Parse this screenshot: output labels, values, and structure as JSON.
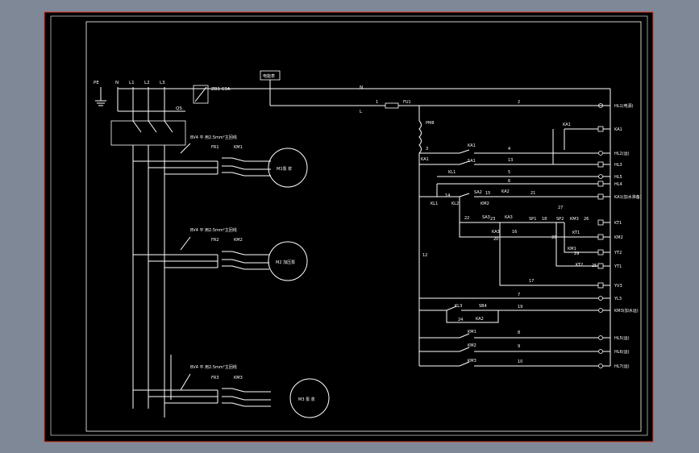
{
  "colors": {
    "app_background": "#7f8896",
    "sheet": "#000000",
    "sheet_border": "#e03c2c",
    "wire": "#ffffff"
  },
  "supply": {
    "pe": "PE",
    "n": "N",
    "l1": "L1",
    "l2": "L2",
    "l3": "L3",
    "breaker_rating": "ZB1 63A",
    "main_switch": "QS",
    "meter": "电能表",
    "neutral_tag": "N",
    "line_tag": "L"
  },
  "motors": [
    {
      "cable": "BV4 平 用2.5mm²主回线",
      "relay": "FR1",
      "contactor": "KM1",
      "name": "M1泵 浆"
    },
    {
      "cable": "BV4 平 用2.5mm²主回线",
      "relay": "FR2",
      "contactor": "KM2",
      "name": "M2 加压泵"
    },
    {
      "cable": "BV4 平 用2.5mm²主回线",
      "relay": "FR3",
      "contactor": "KM3",
      "name": "M3 泵 浆"
    }
  ],
  "control": {
    "fuse": "FU1",
    "coil": "PM8",
    "labels": {
      "n1": "1",
      "n2": "2",
      "n3": "3",
      "n4": "4",
      "n5": "5",
      "n6": "6",
      "n7": "7",
      "n8": "8",
      "n9": "9",
      "n10": "10",
      "n12": "12",
      "n13": "13",
      "n14": "14",
      "n15": "15",
      "n16": "16",
      "n17": "17",
      "n18": "18",
      "n19": "19",
      "n20": "20",
      "n21": "21",
      "n22": "22",
      "n23": "23",
      "n24": "24",
      "n25": "25",
      "n26": "26",
      "n27": "27",
      "n28": "28",
      "n29": "29",
      "sa1a": "SA1",
      "sa1b": "SA1",
      "ka1a": "KA1",
      "ka1b": "KA1",
      "ka1c": "KA1",
      "kl1": "KL1",
      "kl1b": "KL1",
      "kl2": "KL2",
      "sa2": "SA2",
      "ka2": "KA2",
      "km2": "KM2",
      "sa3": "SA3",
      "ka3": "KA3",
      "ka3b": "KA3",
      "sp1": "SP1",
      "sp2": "SP2",
      "km3": "KM3",
      "kt1": "KT1",
      "km1": "KM1",
      "kt2": "KT2",
      "kl3": "KL3",
      "sb4": "SB4",
      "ka2b": "KA2",
      "km1c": "KM1",
      "km2c": "KM2",
      "km3c": "KM3"
    },
    "outputs": [
      "HL1(电源)",
      "KA1",
      "HL2(运)",
      "HL3",
      "HL5",
      "HL4",
      "KA1(加水准备)",
      "KT1",
      "KM2",
      "YT2",
      "YT1",
      "YV3",
      "YL3",
      "KM3(加水运)",
      "HL5(运)",
      "HL6(运)",
      "HL7(运)"
    ]
  }
}
